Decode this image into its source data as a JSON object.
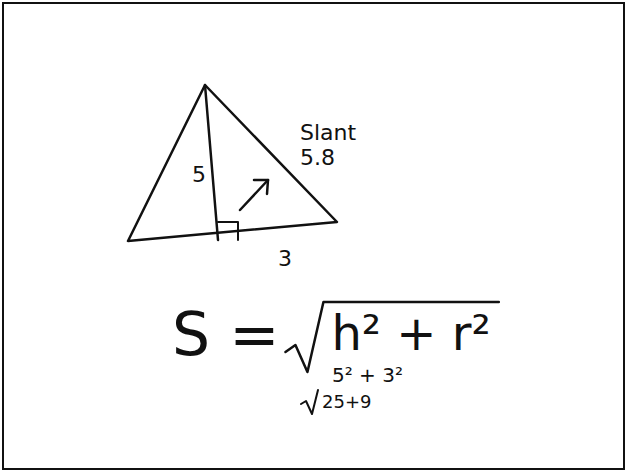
{
  "diagram": {
    "labels": [
      "5",
      "Slant 5.8",
      "3",
      "S =",
      "h² + r²",
      "5² + 3²",
      "25+9"
    ]
  }
}
